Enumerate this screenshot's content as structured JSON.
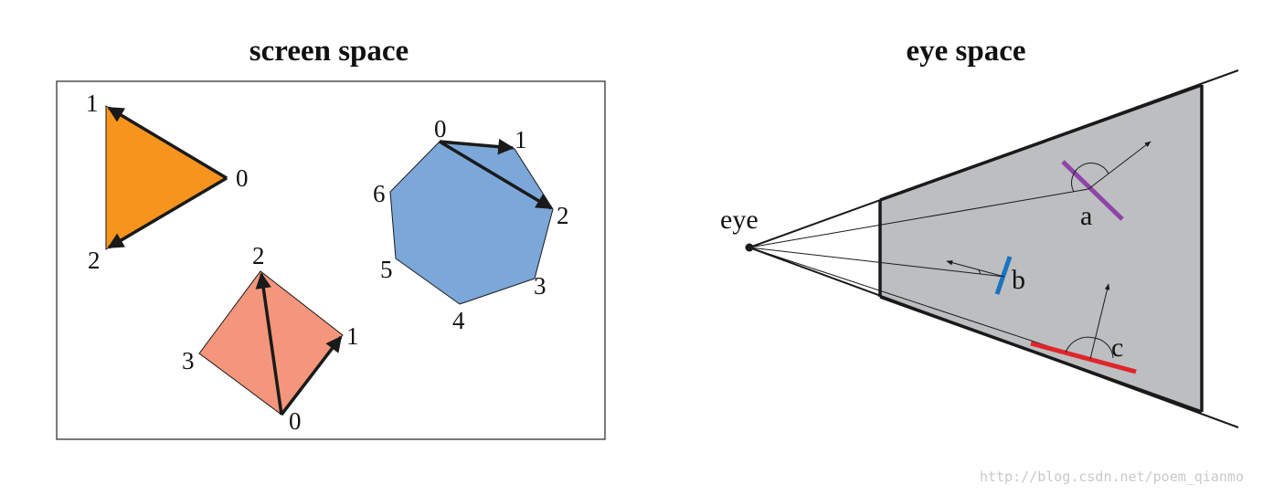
{
  "titles": {
    "screen_space": "screen space",
    "eye_space": "eye space"
  },
  "screen_space": {
    "triangle": {
      "color": "#f7941d",
      "vertex_labels": [
        "0",
        "1",
        "2"
      ]
    },
    "quad": {
      "color": "#f4967b",
      "vertex_labels": [
        "0",
        "1",
        "2",
        "3"
      ]
    },
    "heptagon": {
      "color": "#7ba7d9",
      "vertex_labels": [
        "0",
        "1",
        "2",
        "3",
        "4",
        "5",
        "6"
      ]
    }
  },
  "eye_space": {
    "eye_label": "eye",
    "frustum_color": "#bcbec0",
    "surfaces": [
      {
        "label": "a",
        "color": "#8e44a8"
      },
      {
        "label": "b",
        "color": "#1a73c0"
      },
      {
        "label": "c",
        "color": "#e0252b"
      }
    ]
  },
  "watermark": "http://blog.csdn.net/poem_qianmo"
}
